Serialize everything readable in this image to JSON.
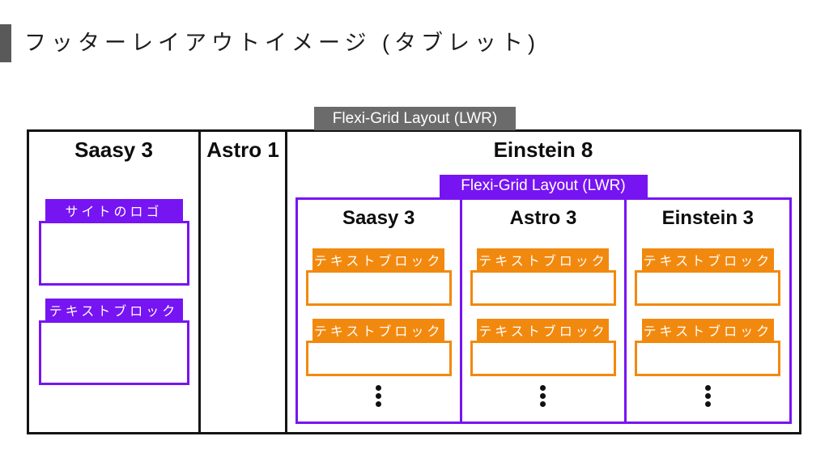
{
  "colors": {
    "purple": "#7714f2",
    "orange": "#f2890f",
    "gray_label_bg": "#6b6b6b",
    "title_bar": "#595959",
    "border": "#141414"
  },
  "title": "フッターレイアウトイメージ (タブレット)",
  "diagram": {
    "top_label": "Flexi-Grid Layout (LWR)",
    "outer": {
      "columns": [
        {
          "header": "Saasy 3",
          "blocks": [
            {
              "label": "サイトのロゴ"
            },
            {
              "label": "テキストブロック"
            }
          ]
        },
        {
          "header": "Astro 1"
        },
        {
          "header": "Einstein 8",
          "inner_label": "Flexi-Grid Layout (LWR)",
          "inner_columns": [
            {
              "header": "Saasy 3",
              "blocks": [
                {
                  "label": "テキストブロック"
                },
                {
                  "label": "テキストブロック"
                }
              ]
            },
            {
              "header": "Astro 3",
              "blocks": [
                {
                  "label": "テキストブロック"
                },
                {
                  "label": "テキストブロック"
                }
              ]
            },
            {
              "header": "Einstein 3",
              "blocks": [
                {
                  "label": "テキストブロック"
                },
                {
                  "label": "テキストブロック"
                }
              ]
            }
          ]
        }
      ]
    }
  }
}
